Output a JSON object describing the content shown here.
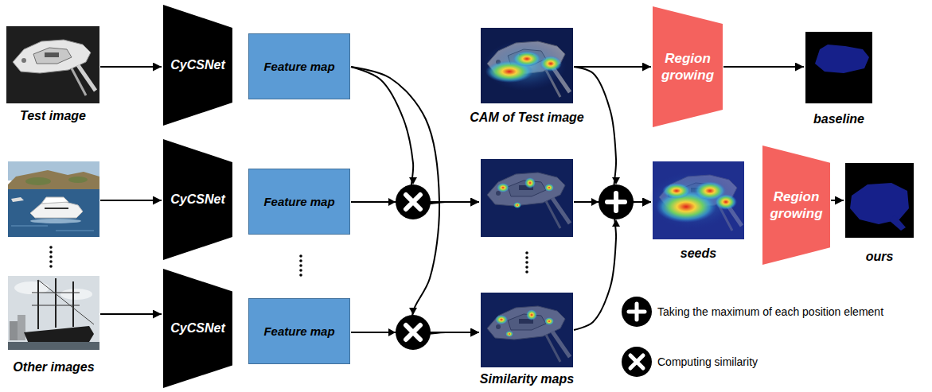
{
  "diagram": {
    "nodes": [
      {
        "text": [
          "Test image"
        ]
      },
      {
        "text": [
          "CyCSNet"
        ]
      },
      {
        "text": [
          "Feature map"
        ]
      },
      {
        "text": [
          "CAM of Test image"
        ]
      },
      {
        "text": [
          "Region growing"
        ]
      },
      {
        "text": [
          "baseline"
        ]
      },
      {
        "text": []
      },
      {
        "text": [
          "CyCSNet"
        ]
      },
      {
        "text": [
          "Feature map"
        ]
      },
      {
        "text": []
      },
      {
        "text": [
          "seeds"
        ]
      },
      {
        "text": [
          "Region growing"
        ]
      },
      {
        "text": [
          "ours"
        ]
      },
      {
        "text": [
          "Other images"
        ]
      },
      {
        "text": [
          "CyCSNet"
        ]
      },
      {
        "text": [
          "Feature map"
        ]
      },
      {
        "text": [
          "Similarity maps"
        ]
      }
    ],
    "edges": [
      {
        "from": 0,
        "to": 1,
        "arrow": "to"
      },
      {
        "from": 6,
        "to": 7,
        "arrow": "to"
      },
      {
        "from": 13,
        "to": 14,
        "arrow": "to"
      },
      {
        "from": 2,
        "to": 9,
        "arrow": "to"
      },
      {
        "from": 2,
        "to": 16,
        "arrow": "to"
      },
      {
        "from": 8,
        "to": 9,
        "arrow": "to"
      },
      {
        "from": 15,
        "to": 16,
        "arrow": "to"
      },
      {
        "from": 3,
        "to": 4,
        "arrow": "to"
      },
      {
        "from": 4,
        "to": 5,
        "arrow": "to"
      },
      {
        "from": 3,
        "to": 10,
        "arrow": "to"
      },
      {
        "from": 9,
        "to": 10,
        "arrow": "to"
      },
      {
        "from": 16,
        "to": 10,
        "arrow": "to"
      },
      {
        "from": 11,
        "to": 12,
        "arrow": "to"
      }
    ],
    "legend": [
      {
        "text": "Taking the maximum of each position element"
      },
      {
        "text": "Computing similarity"
      }
    ]
  }
}
